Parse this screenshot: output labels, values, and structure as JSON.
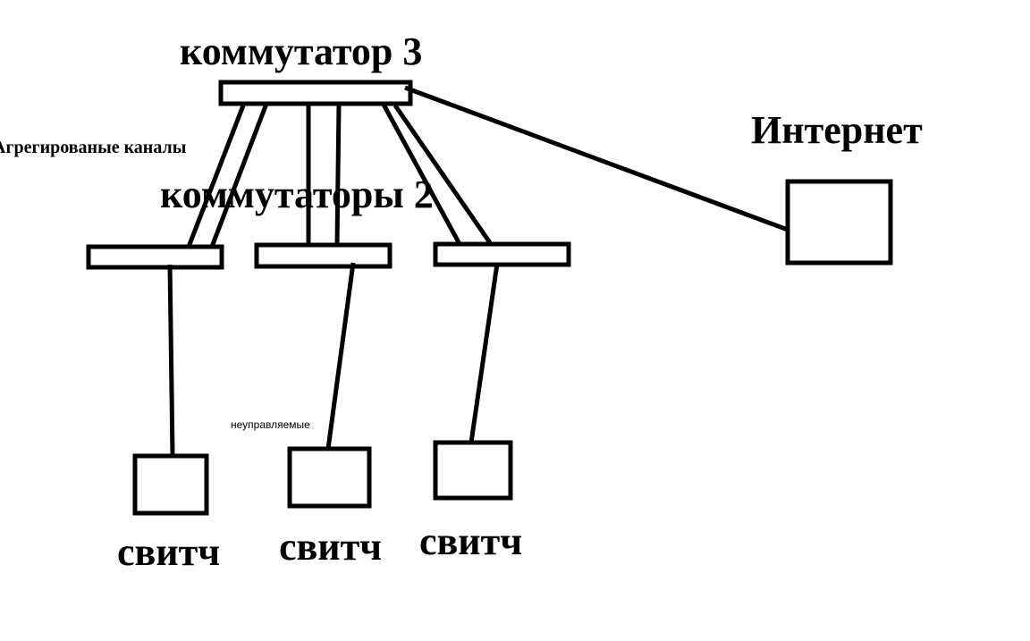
{
  "labels": {
    "core_switch": "коммутатор 3",
    "internet": "Интернет",
    "aggregated": "Агрегированые каналы",
    "distribution": "коммутаторы 2",
    "unmanaged": "неуправляемые",
    "access_switches": [
      "свитч",
      "свитч",
      "свитч"
    ]
  }
}
